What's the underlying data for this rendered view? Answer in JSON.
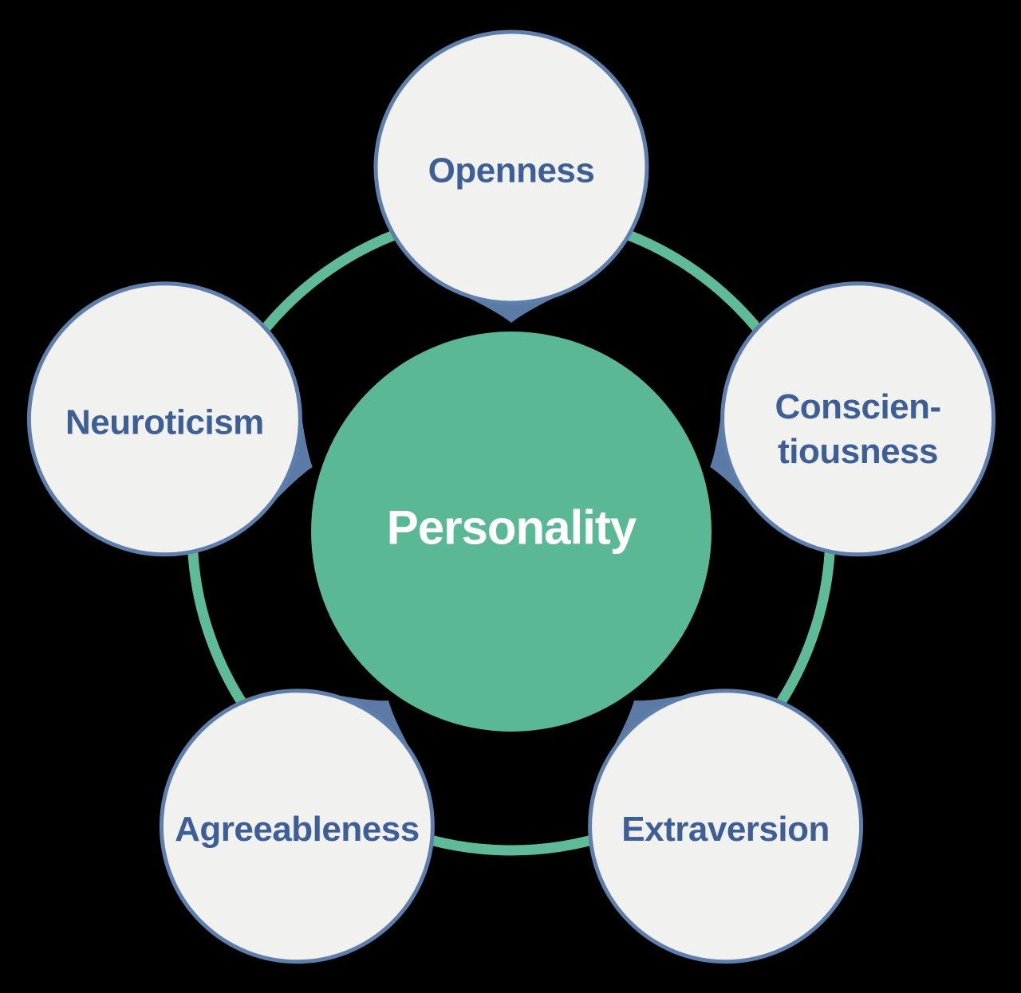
{
  "diagram": {
    "type": "radial-cycle",
    "center": {
      "label": "Personality"
    },
    "nodes": [
      {
        "id": "openness",
        "lines": [
          "Openness"
        ],
        "angle_deg": -90
      },
      {
        "id": "conscientiousness",
        "lines": [
          "Conscien-",
          "tiousness"
        ],
        "angle_deg": -18
      },
      {
        "id": "extraversion",
        "lines": [
          "Extraversion"
        ],
        "angle_deg": 54
      },
      {
        "id": "agreeableness",
        "lines": [
          "Agreeableness"
        ],
        "angle_deg": 126
      },
      {
        "id": "neuroticism",
        "lines": [
          "Neuroticism"
        ],
        "angle_deg": 198
      }
    ],
    "colors": {
      "background": "#000000",
      "center_fill": "#5ab994",
      "center_text": "#ffffff",
      "ring_stroke": "#5fbb97",
      "node_fill": "#f1f1ef",
      "node_border": "#5e7eab",
      "pointer_fill": "#5b7ba6",
      "node_text": "#3e5f96"
    }
  }
}
